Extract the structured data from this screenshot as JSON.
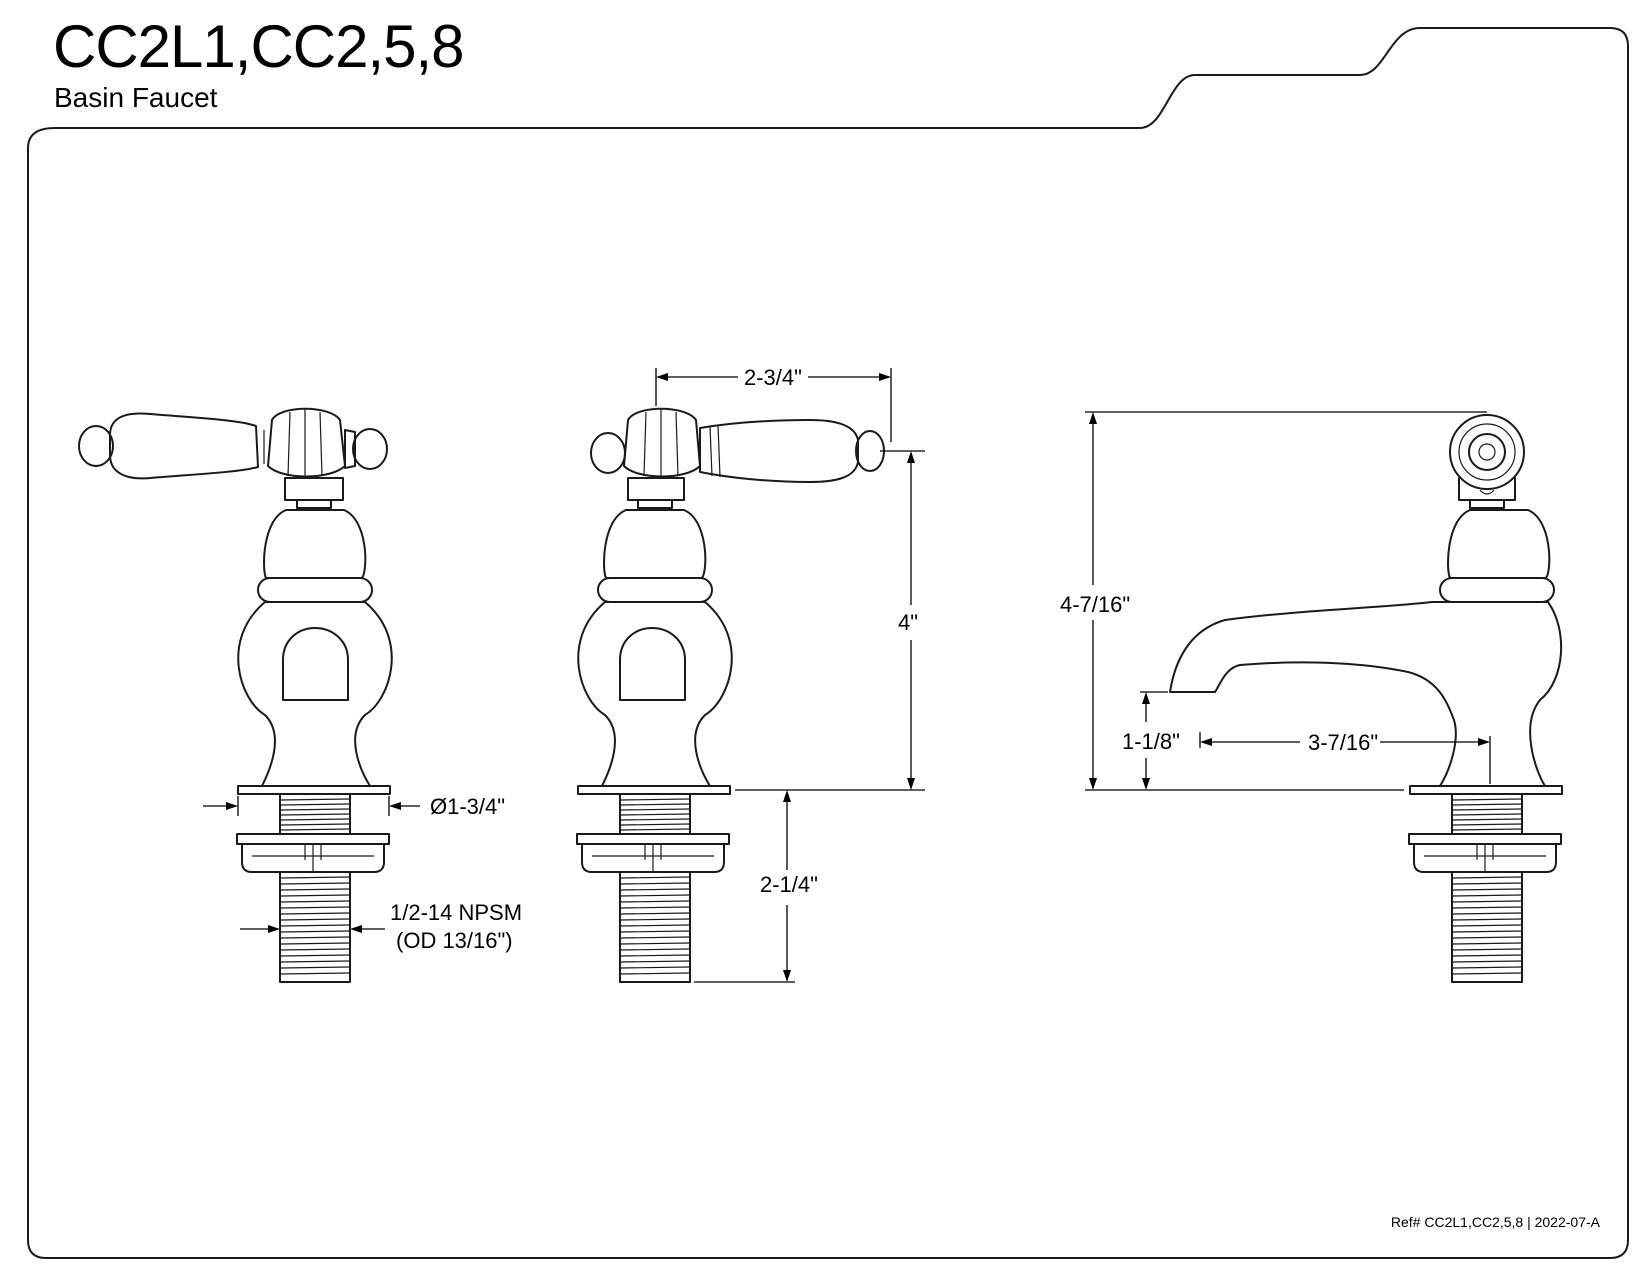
{
  "header": {
    "title": "CC2L1,CC2,5,8",
    "subtitle": "Basin Faucet"
  },
  "footer": {
    "reference": "Ref# CC2L1,CC2,5,8 | 2022-07-A"
  },
  "dimensions": {
    "flange_diameter": "Ø1-3/4\"",
    "thread_spec_line1": "1/2-14 NPSM",
    "thread_spec_line2": "(OD 13/16\")",
    "handle_width": "2-3/4\"",
    "height_above_deck": "4\"",
    "shank_length": "2-1/4\"",
    "overall_height": "4-7/16\"",
    "spout_height": "1-1/8\"",
    "spout_reach": "3-7/16\""
  }
}
